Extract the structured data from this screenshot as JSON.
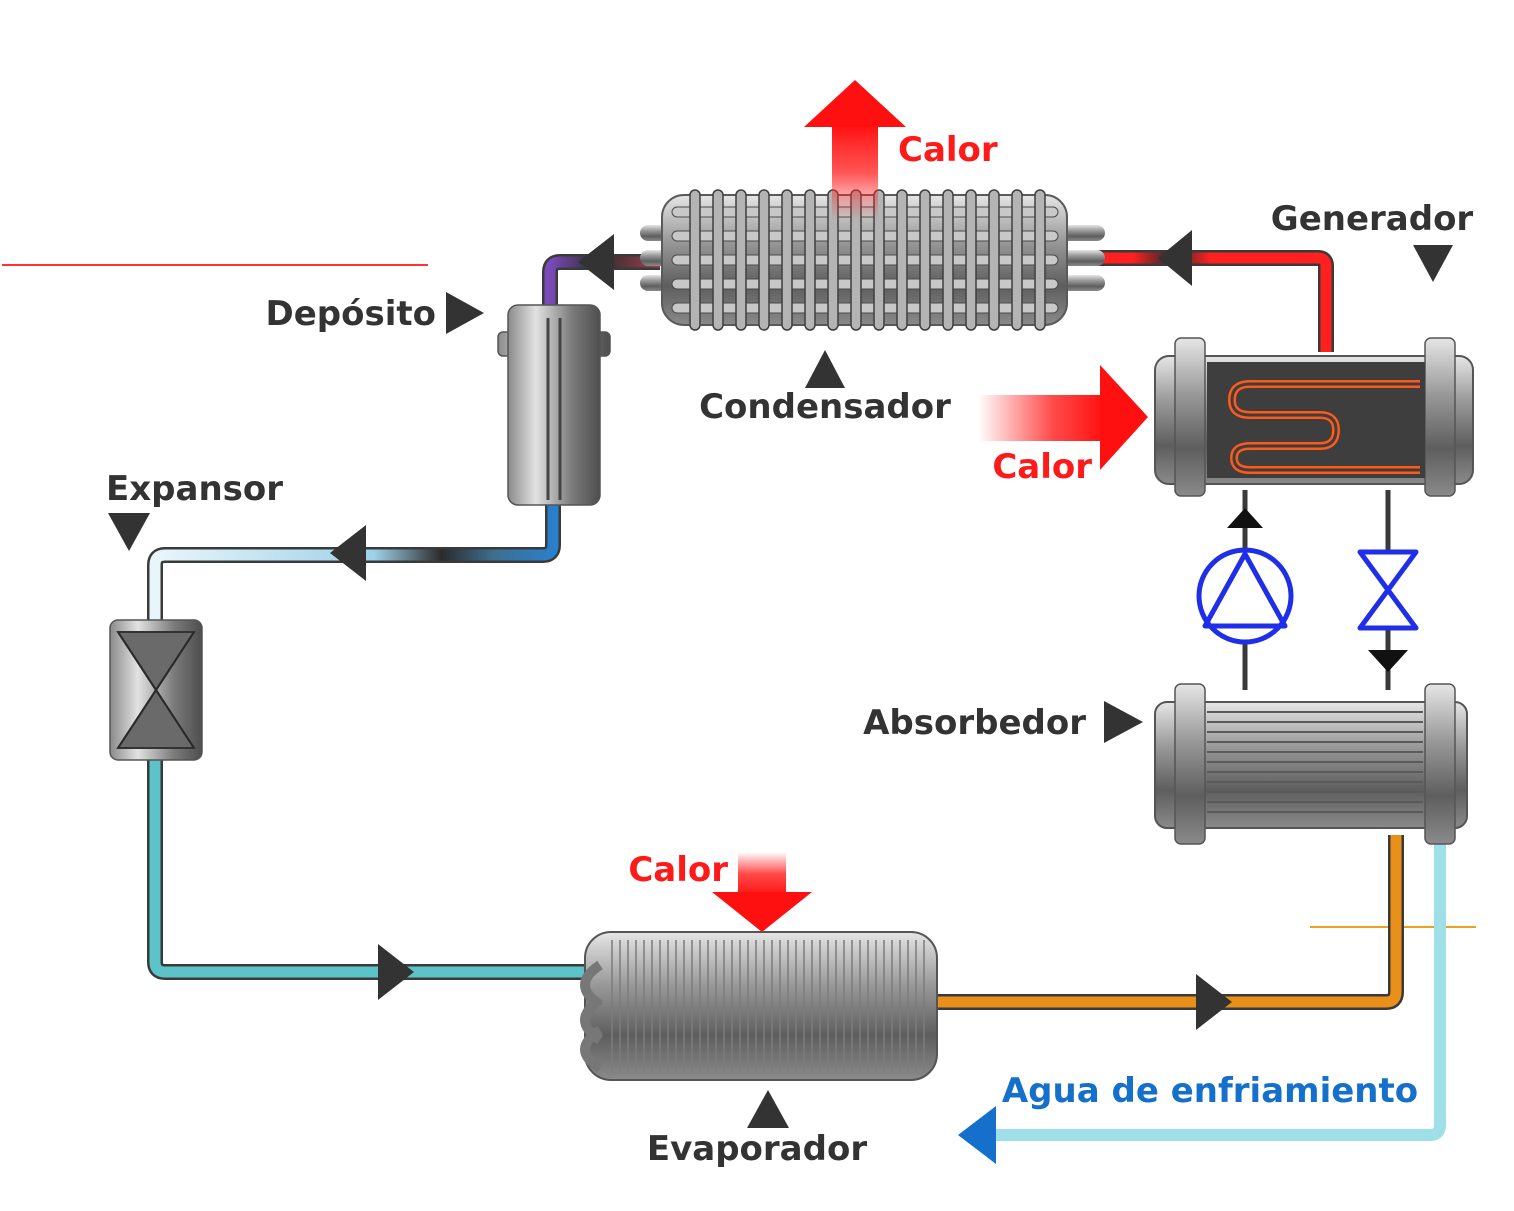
{
  "labels": {
    "deposito": "Depósito",
    "condensador": "Condensador",
    "generador": "Generador",
    "expansor": "Expansor",
    "absorbedor": "Absorbedor",
    "evaporador": "Evaporador",
    "agua": "Agua de enfriamiento",
    "calor_condensador": "Calor",
    "calor_generador": "Calor",
    "calor_evaporador": "Calor"
  },
  "colors": {
    "hot_refrigerant": "#ff1a1a",
    "cold_refrigerant": "#3aa0d8",
    "liquid_line": "#2f7fc8",
    "cooling_water": "#7bc7e8",
    "absorber_outlet": "#e8901a",
    "equipment_metal": "#7f7f7f",
    "label_text": "#333333",
    "water_label": "#1570cc",
    "pump_valve": "#1f2ee8"
  }
}
